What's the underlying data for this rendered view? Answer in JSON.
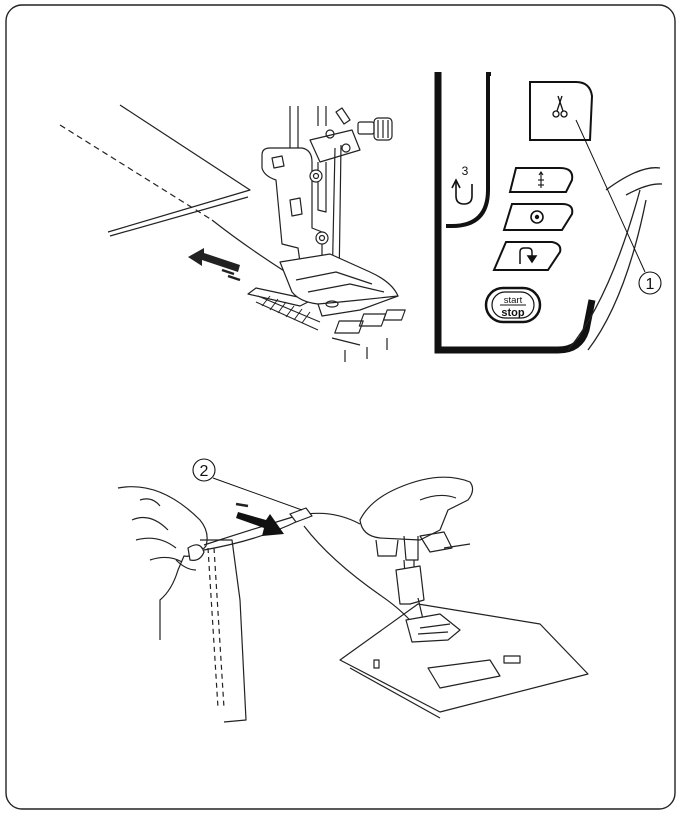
{
  "panel": {
    "reverse_count": "3",
    "start_button_top": "start",
    "start_button_bottom": "stop",
    "icons": [
      "thread-cutter-icon",
      "needle-up-down-icon",
      "lock-stitch-icon",
      "reverse-icon"
    ]
  },
  "callouts": {
    "c1": "1",
    "c2": "2"
  }
}
